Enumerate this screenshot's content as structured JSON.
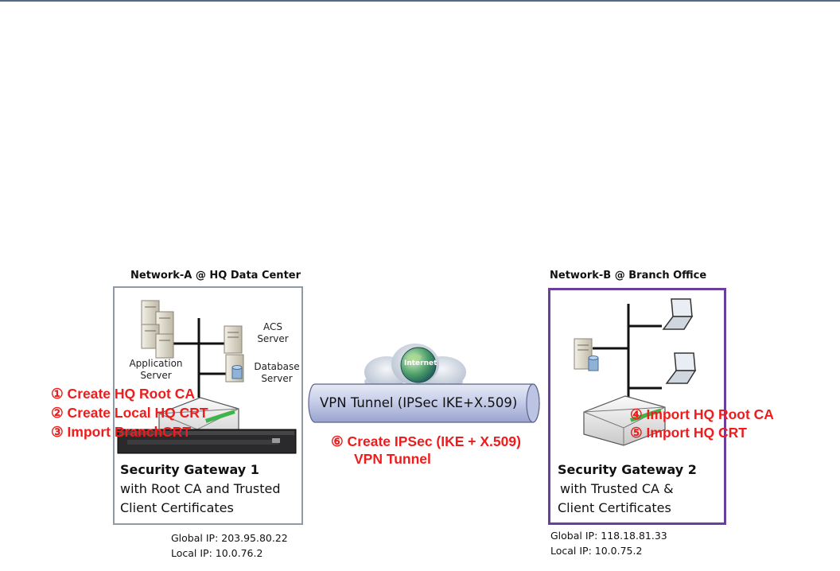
{
  "network_a": {
    "title": "Network-A @ HQ Data Center",
    "app_server": "Application Server",
    "acs_server": "ACS Server",
    "db_server": "Database Server",
    "gateway_title": "Security Gateway 1",
    "gateway_desc_1": "with Root CA and Trusted",
    "gateway_desc_2": "Client Certificates",
    "global_ip": "Global IP: 203.95.80.22",
    "local_ip": "Local IP: 10.0.76.2",
    "steps": [
      "① Create HQ Root CA",
      "② Create Local HQ CRT",
      "③ Import BranchCRT"
    ]
  },
  "network_b": {
    "title": "Network-B @ Branch Office",
    "gateway_title": "Security Gateway 2",
    "gateway_desc_1": "with Trusted CA &",
    "gateway_desc_2": "Client Certificates",
    "global_ip": "Global IP: 118.18.81.33",
    "local_ip": "Local IP: 10.0.75.2",
    "steps": [
      "④ Import HQ Root CA",
      "⑤ Import HQ CRT"
    ]
  },
  "internet": {
    "label": "Internet"
  },
  "tunnel": {
    "label": "VPN Tunnel (IPSec IKE+X.509)",
    "step_line_1": "⑥ Create IPSec (IKE + X.509)",
    "step_line_2": "VPN Tunnel"
  },
  "colors": {
    "step_red": "#ee1c1c",
    "box_a_border": "#8e9aa6",
    "box_b_border": "#6b3fa0",
    "top_rule": "#4f6d8a"
  }
}
